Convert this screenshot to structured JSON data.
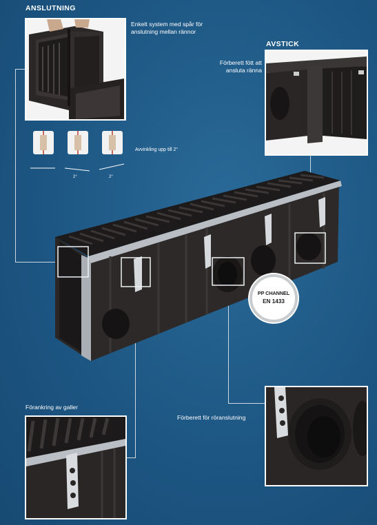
{
  "sections": {
    "anslutning": {
      "heading": "ANSLUTNING",
      "caption_lines": [
        "Enkelt system med spår för",
        "anslutning mellan rännor"
      ],
      "angle_note": "Avvinkling upp till 2°"
    },
    "avstick": {
      "heading": "AVSTICK",
      "caption_lines": [
        "Förberett fött att",
        "ansluta ränna"
      ]
    },
    "galler": {
      "caption": "Förankring av galler"
    },
    "ror": {
      "caption": "Förberett för röranslutning"
    }
  },
  "badge": {
    "line1": "PP CHANNEL",
    "line2": "EN 1433"
  },
  "colors": {
    "background": "#1f5a86",
    "channel_body": "#2a2626",
    "grating": "#1c1a1a",
    "galvanized_edge": "#b8bec4"
  }
}
